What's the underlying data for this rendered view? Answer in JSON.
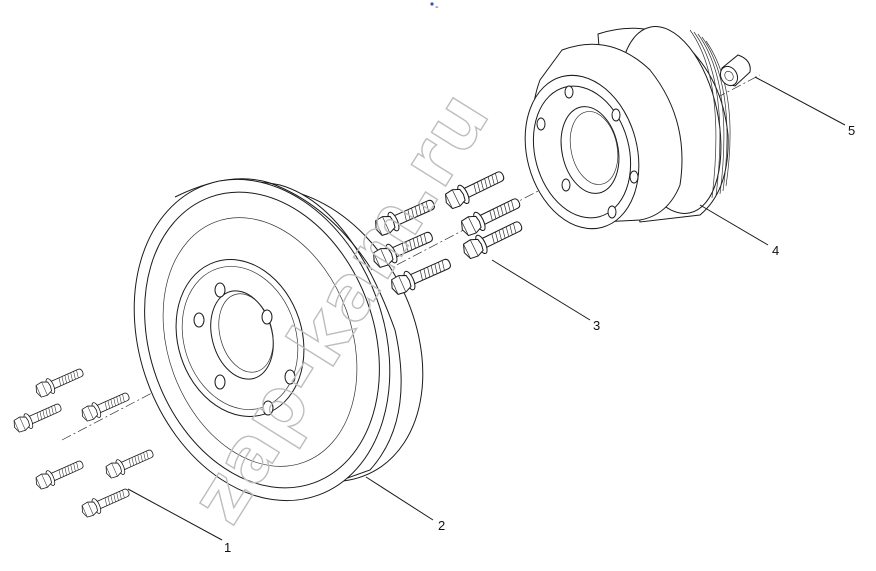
{
  "callouts": [
    {
      "id": "1",
      "label": "1"
    },
    {
      "id": "2",
      "label": "2"
    },
    {
      "id": "3",
      "label": "3"
    },
    {
      "id": "4",
      "label": "4"
    },
    {
      "id": "5",
      "label": "5"
    }
  ],
  "watermark": "zap-kam.ru",
  "top_mark": "-"
}
